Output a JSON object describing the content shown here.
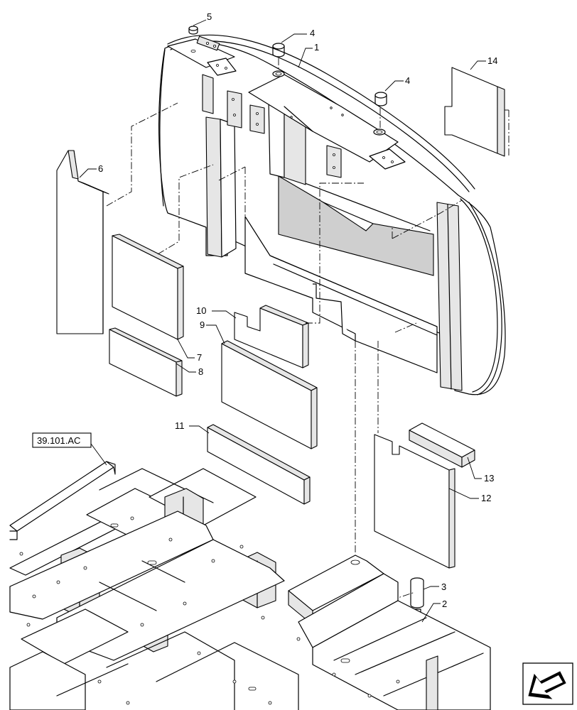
{
  "callouts": {
    "c1": "1",
    "c2": "2",
    "c3": "3",
    "c4a": "4",
    "c4b": "4",
    "c5": "5",
    "c6": "6",
    "c7": "7",
    "c8": "8",
    "c9": "9",
    "c10": "10",
    "c11": "11",
    "c12": "12",
    "c13": "13",
    "c14": "14"
  },
  "reference": {
    "label": "39.101.AC"
  },
  "icons": {
    "nav": "arrow-down-left-icon"
  }
}
